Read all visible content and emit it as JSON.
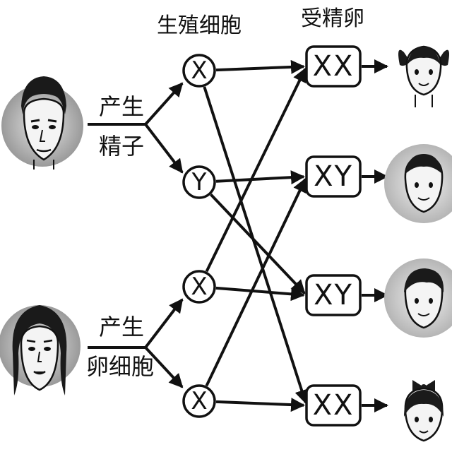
{
  "headers": {
    "germ_cells": "生殖细胞",
    "fertilized_eggs": "受精卵"
  },
  "parents": {
    "father": {
      "process": [
        "产生",
        "精子"
      ]
    },
    "mother": {
      "process": [
        "产生",
        "卵细胞"
      ]
    }
  },
  "gametes": [
    {
      "id": "sperm-x",
      "label": "X"
    },
    {
      "id": "sperm-y",
      "label": "Y"
    },
    {
      "id": "egg-x-1",
      "label": "X"
    },
    {
      "id": "egg-x-2",
      "label": "X"
    }
  ],
  "zygotes": [
    {
      "id": "zygote-1",
      "label": "XX",
      "child": "girl"
    },
    {
      "id": "zygote-2",
      "label": "XY",
      "child": "boy"
    },
    {
      "id": "zygote-3",
      "label": "XY",
      "child": "boy"
    },
    {
      "id": "zygote-4",
      "label": "XX",
      "child": "girl"
    }
  ],
  "links": [
    [
      "sperm-x",
      "zygote-1"
    ],
    [
      "sperm-x",
      "zygote-4"
    ],
    [
      "sperm-y",
      "zygote-2"
    ],
    [
      "sperm-y",
      "zygote-3"
    ],
    [
      "egg-x-1",
      "zygote-1"
    ],
    [
      "egg-x-1",
      "zygote-3"
    ],
    [
      "egg-x-2",
      "zygote-2"
    ],
    [
      "egg-x-2",
      "zygote-4"
    ]
  ]
}
